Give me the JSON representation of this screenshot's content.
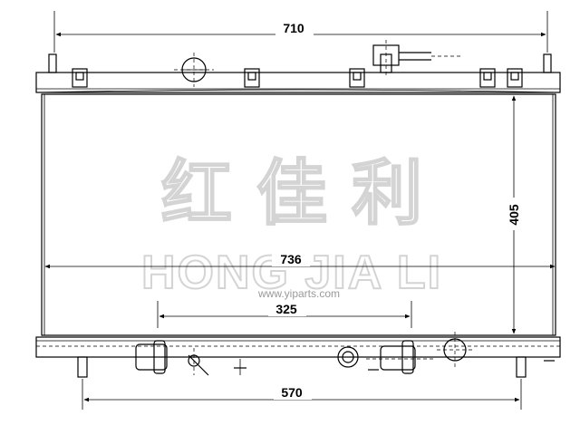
{
  "dimensions": {
    "top_width": "710",
    "core_width": "736",
    "inner_width": "325",
    "bottom_width": "570",
    "height": "405"
  },
  "watermark": {
    "chinese": "红 佳 利",
    "english": "HONG JIA LI",
    "url": "www.yiparts.com"
  }
}
